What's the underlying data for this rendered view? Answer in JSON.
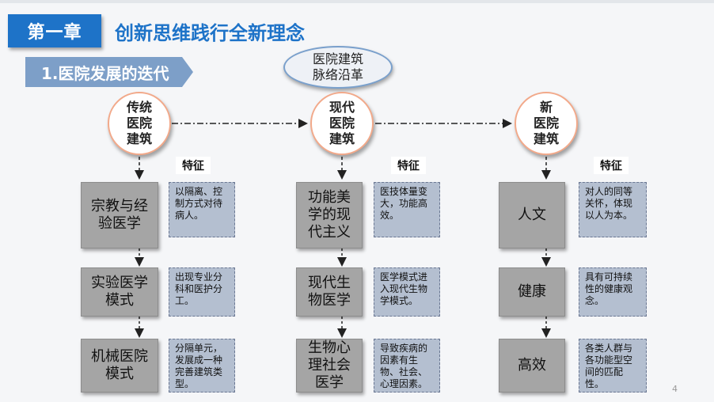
{
  "header": {
    "chapter_label": "第一章",
    "chapter_title": "创新思维践行全新理念",
    "section_label": "1.医院发展的迭代"
  },
  "center_oval": {
    "line1": "医院建筑",
    "line2": "脉络沿革"
  },
  "columns": [
    {
      "circle": [
        "传统",
        "医院",
        "建筑"
      ],
      "feature_label": "特征",
      "rows": [
        {
          "box": [
            "宗教与经",
            "验医学"
          ],
          "note": "以隔离、控制方式对待病人。"
        },
        {
          "box": [
            "实验医学",
            "模式"
          ],
          "note": "出现专业分科和医护分工。"
        },
        {
          "box": [
            "机械医院",
            "模式"
          ],
          "note": "分隔单元，发展成一种完善建筑类型。"
        }
      ]
    },
    {
      "circle": [
        "现代",
        "医院",
        "建筑"
      ],
      "feature_label": "特征",
      "rows": [
        {
          "box": [
            "功能美",
            "学的现",
            "代主义"
          ],
          "note": "医技体量变大，功能高效。"
        },
        {
          "box": [
            "现代生",
            "物医学"
          ],
          "note": "医学模式进入现代生物学模式。"
        },
        {
          "box": [
            "生物心",
            "理社会",
            "医学"
          ],
          "note": "导致疾病的因素有生物、社会、心理因素。"
        }
      ]
    },
    {
      "circle": [
        "新",
        "医院",
        "建筑"
      ],
      "feature_label": "特征",
      "rows": [
        {
          "box": [
            "人文"
          ],
          "note": "对人的同等关怀，体现以人为本。"
        },
        {
          "box": [
            "健康"
          ],
          "note": "具有可持续性的健康观念。"
        },
        {
          "box": [
            "高效"
          ],
          "note": "各类人群与各功能型空间的匹配性。"
        }
      ]
    }
  ],
  "page_number": "4",
  "colors": {
    "accent_blue": "#1e73c8",
    "circle_border": "#f2a98a",
    "box_gray": "#a5a5a5",
    "note_bg": "#b4bfd0"
  }
}
